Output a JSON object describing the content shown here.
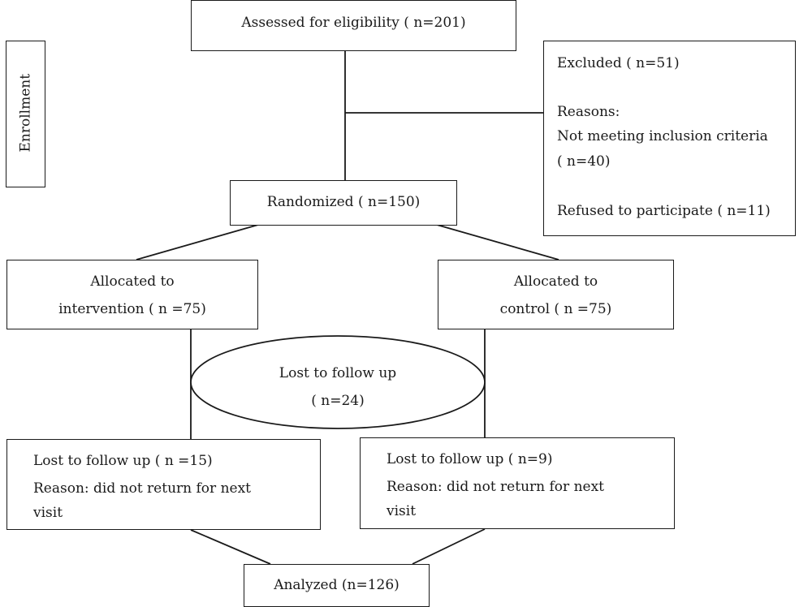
{
  "enrollment_label": "Enrollment",
  "assessed": "Assessed for eligibility ( n=201)",
  "excluded": {
    "title": "Excluded ( n=51)",
    "reasons_label": "Reasons:",
    "reason1_line1": "Not meeting inclusion criteria",
    "reason1_line2": "( n=40)",
    "reason2": "Refused to participate ( n=11)"
  },
  "randomized": "Randomized ( n=150)",
  "intervention": {
    "line1": "Allocated to",
    "line2": "intervention ( n =75)"
  },
  "control": {
    "line1": "Allocated to",
    "line2": "control ( n =75)"
  },
  "lost_total": {
    "line1": "Lost to follow up",
    "line2": "( n=24)"
  },
  "lost_intervention": {
    "line1": "Lost to follow up ( n =15)",
    "line2": "Reason: did not return for next",
    "line3": "visit"
  },
  "lost_control": {
    "line1": "Lost  to follow up ( n=9)",
    "line2": "Reason: did not return for next",
    "line3": "visit"
  },
  "analyzed": "Analyzed (n=126)"
}
